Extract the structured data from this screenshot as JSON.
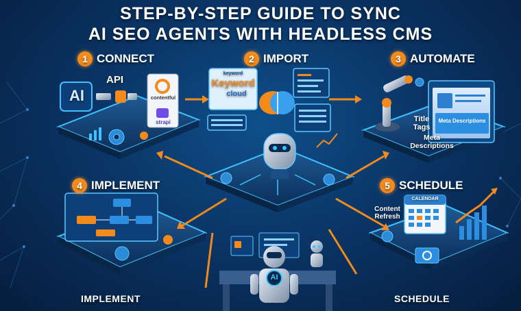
{
  "title": {
    "line1": "STEP-BY-STEP GUIDE TO SYNC",
    "line2": "AI SEO AGENTS WITH HEADLESS CMS"
  },
  "steps": [
    {
      "num": "1",
      "label": "CONNECT"
    },
    {
      "num": "2",
      "label": "IMPORT"
    },
    {
      "num": "3",
      "label": "AUTOMATE"
    },
    {
      "num": "4",
      "label": "IMPLEMENT"
    },
    {
      "num": "5",
      "label": "SCHEDULE"
    }
  ],
  "connect": {
    "ai": "AI",
    "api": "API",
    "cms1": "contentful",
    "cms2": "strapi"
  },
  "import": {
    "keyword_big": "Keyword",
    "keyword_small": "keyword",
    "cloud": "cloud"
  },
  "automate": {
    "title_tags": "Title\nTags",
    "meta1": "Meta Descriptions",
    "meta2": "Meta\nDescriptions"
  },
  "schedule": {
    "content_refresh": "Content\nRefresh",
    "calendar": "CALENDAR"
  },
  "robot_chest": "AI",
  "bottom": {
    "left": "IMPLEMENT",
    "right": "SCHEDULE"
  },
  "colors": {
    "accent": "#f28a1c",
    "background": "#0a3566",
    "glow": "#35c8ff"
  }
}
